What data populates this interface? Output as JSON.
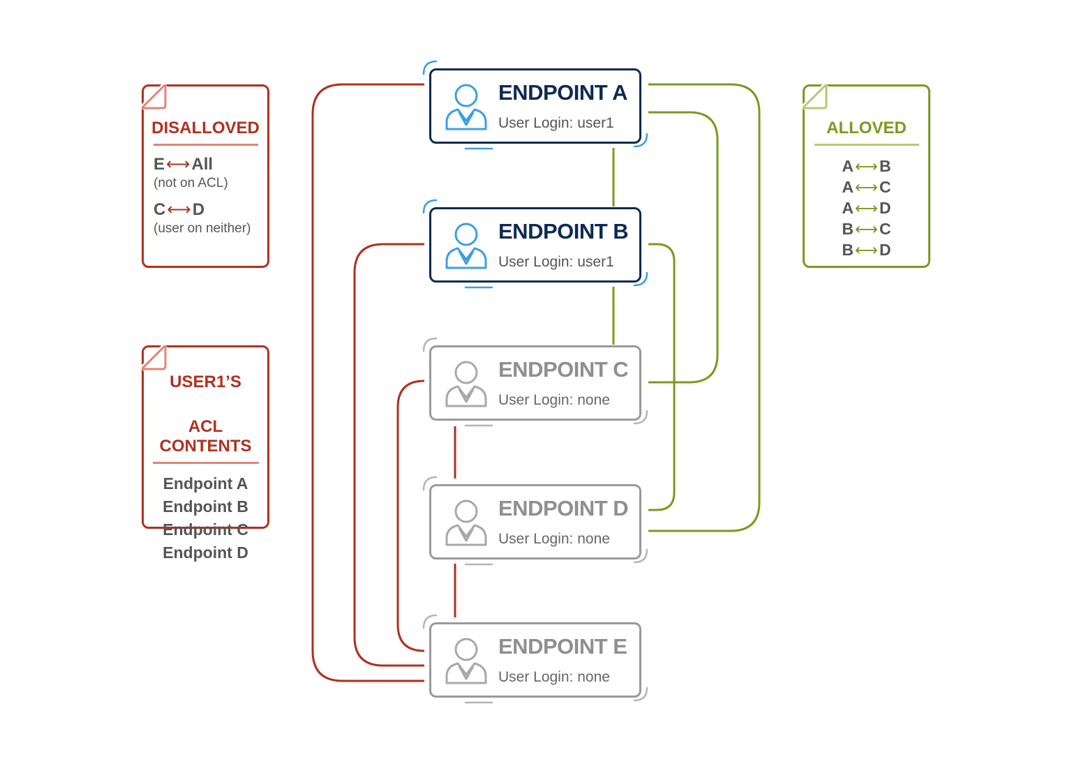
{
  "colors": {
    "disallowed": "#b0301f",
    "allowed": "#7a9a1e",
    "active_border": "#0d2a54",
    "active_icon": "#3aa0e0",
    "inactive": "#9a9a9a"
  },
  "disallowed": {
    "title": "DISALLOVED",
    "rules": [
      {
        "from": "E",
        "to": "All",
        "note": "(not on ACL)"
      },
      {
        "from": "C",
        "to": "D",
        "note": "(user on neither)"
      }
    ]
  },
  "acl": {
    "title_line1": "USER1’S",
    "title_line2": "ACL CONTENTS",
    "entries": [
      "Endpoint A",
      "Endpoint B",
      "Endpoint C",
      "Endpoint D"
    ]
  },
  "allowed": {
    "title": "ALLOVED",
    "pairs": [
      {
        "from": "A",
        "to": "B"
      },
      {
        "from": "A",
        "to": "C"
      },
      {
        "from": "A",
        "to": "D"
      },
      {
        "from": "B",
        "to": "C"
      },
      {
        "from": "B",
        "to": "D"
      }
    ]
  },
  "arrow_symbol": "⟷",
  "endpoints": [
    {
      "id": "A",
      "title": "ENDPOINT A",
      "login": "User Login: user1",
      "active": true
    },
    {
      "id": "B",
      "title": "ENDPOINT B",
      "login": "User Login: user1",
      "active": true
    },
    {
      "id": "C",
      "title": "ENDPOINT C",
      "login": "User Login: none",
      "active": false
    },
    {
      "id": "D",
      "title": "ENDPOINT D",
      "login": "User Login: none",
      "active": false
    },
    {
      "id": "E",
      "title": "ENDPOINT E",
      "login": "User Login: none",
      "active": false
    }
  ]
}
